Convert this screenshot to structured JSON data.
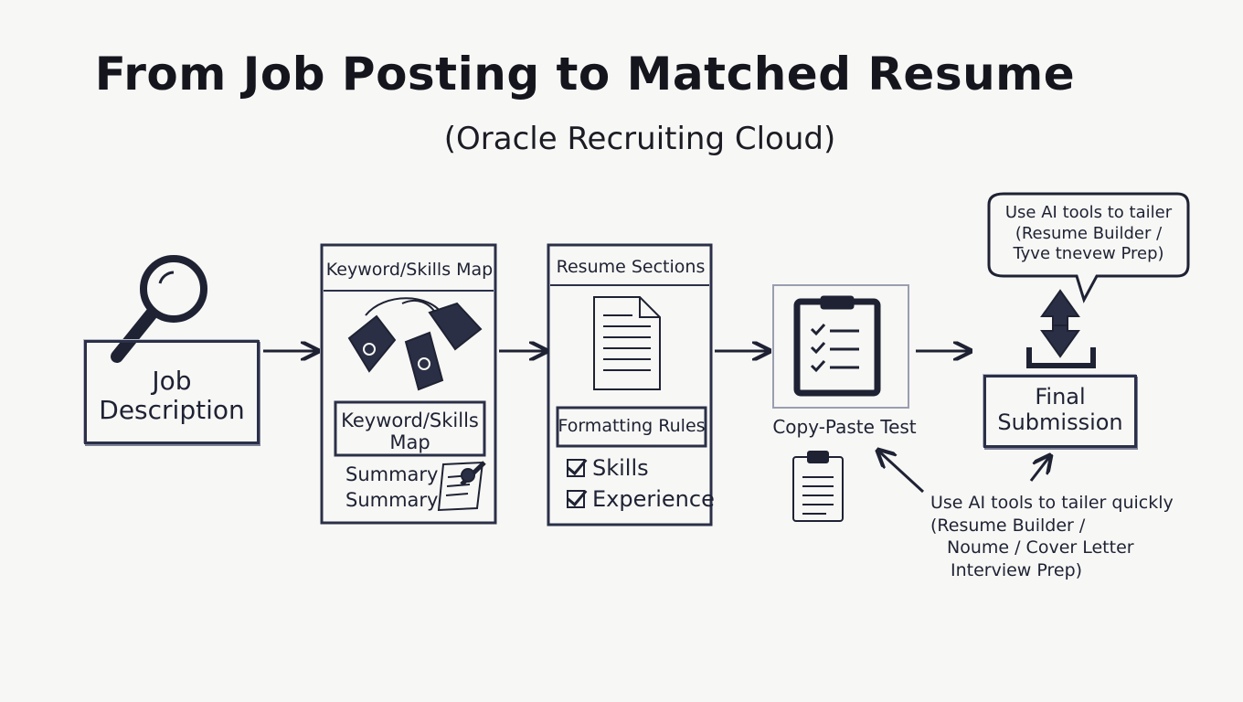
{
  "header": {
    "title": "From Job Posting to Matched Resume",
    "subtitle": "(Oracle Recruiting Cloud)"
  },
  "nodes": {
    "job": {
      "line1": "Job",
      "line2": "Description"
    },
    "keyword_panel": {
      "header": "Keyword/Skills Map",
      "inner_line1": "Keyword/Skills",
      "inner_line2": "Map",
      "summary1": "Summary",
      "summary2": "Summary"
    },
    "resume_panel": {
      "header": "Resume Sections",
      "formatting": "Formatting Rules",
      "check1": "Skills",
      "check2": "Experience"
    },
    "copy_paste": {
      "label": "Copy-Paste Test"
    },
    "final": {
      "line1": "Final",
      "line2": "Submission"
    },
    "bubble": {
      "line1": "Use AI tools to tailer",
      "line2": "(Resume Builder /",
      "line3": "Tyve tnevew Prep)"
    },
    "note": {
      "line1": "Use AI tools to tailer quickly",
      "line2": "(Resume Builder /",
      "line3": "Noume / Cover Letter",
      "line4": "Interview Prep)"
    }
  },
  "colors": {
    "ink": "#1e2233",
    "paper": "#f7f7f5",
    "frame": "#2b3048"
  },
  "icons": [
    "magnifier-icon",
    "tags-icon",
    "document-icon",
    "notepad-icon",
    "clipboard-checklist-icon",
    "clipboard-icon",
    "download-arrows-icon"
  ]
}
